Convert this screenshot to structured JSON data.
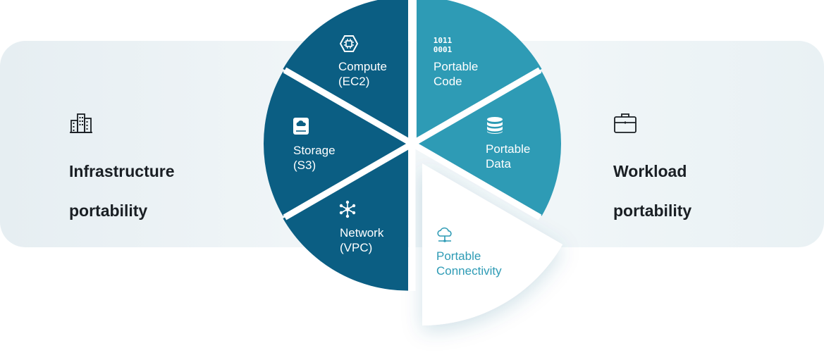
{
  "left": {
    "icon": "city-buildings-icon",
    "title_line1": "Infrastructure",
    "title_line2": "portability"
  },
  "right": {
    "icon": "briefcase-icon",
    "title_line1": "Workload",
    "title_line2": "portability"
  },
  "segments": [
    {
      "id": "compute",
      "line1": "Compute",
      "line2": "(EC2)",
      "icon": "chip-icon",
      "color": "#0b5e83"
    },
    {
      "id": "storage",
      "line1": "Storage",
      "line2": "(S3)",
      "icon": "cloud-storage-icon",
      "color": "#0b5e83"
    },
    {
      "id": "network",
      "line1": "Network",
      "line2": "(VPC)",
      "icon": "network-hub-icon",
      "color": "#0b5e83"
    },
    {
      "id": "code",
      "line1": "Portable",
      "line2": "Code",
      "icon": "binary-code-icon",
      "color": "#2e9bb5"
    },
    {
      "id": "data",
      "line1": "Portable",
      "line2": "Data",
      "icon": "database-icon",
      "color": "#2e9bb5"
    },
    {
      "id": "connectivity",
      "line1": "Portable",
      "line2": "Connectivity",
      "icon": "cloud-network-icon",
      "color": "#ffffff"
    }
  ],
  "colors": {
    "dark": "#0b5e83",
    "teal": "#2e9bb5",
    "text": "#1a1f24"
  }
}
